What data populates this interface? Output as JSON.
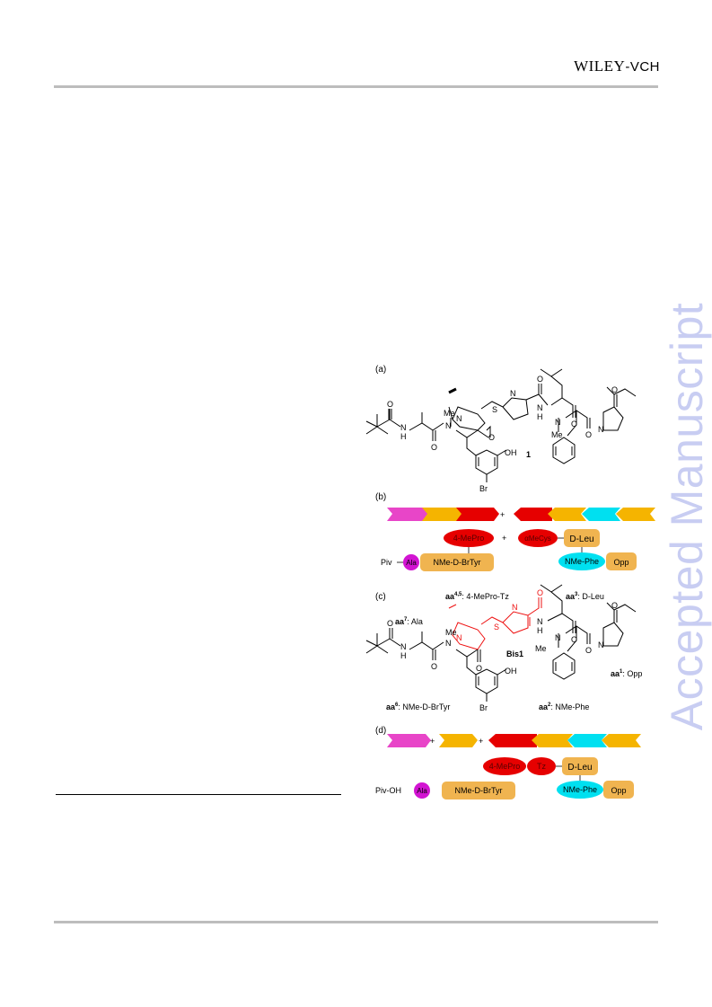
{
  "header": {
    "publisher_main": "WILEY",
    "publisher_sub": "-VCH"
  },
  "watermark": "Accepted Manuscript",
  "figure": {
    "panels": {
      "a": "(a)",
      "b": "(b)",
      "c": "(c)",
      "d": "(d)"
    },
    "panel_a": {
      "compound_number": "1",
      "atoms": {
        "n": "N",
        "s": "S",
        "o": "O",
        "h": "H",
        "me": "Me",
        "br": "Br",
        "oh": "OH"
      }
    },
    "panel_b": {
      "plus": "+",
      "domain_4mepro": "4-MePro",
      "domain_amecys": "αMeCys",
      "domain_dleu": "D-Leu",
      "domain_nmephe": "NMe-Phe",
      "domain_opp": "Opp",
      "domain_piv": "Piv",
      "domain_ala": "Ala",
      "domain_nmedbrtyr": "NMe-D-BrTyr"
    },
    "panel_c": {
      "compound_name": "Bis1",
      "aa45_label": "aa",
      "aa45_sup": "4,5",
      "aa45_text": ": 4-MePro-Tz",
      "aa3_label": "aa",
      "aa3_sup": "3",
      "aa3_text": ": D-Leu",
      "aa7_label": "aa",
      "aa7_sup": "7",
      "aa7_text": ": Ala",
      "aa1_label": "aa",
      "aa1_sup": "1",
      "aa1_text": ": Opp",
      "aa6_label": "aa",
      "aa6_sup": "6",
      "aa6_text": ": NMe-D-BrTyr",
      "aa2_label": "aa",
      "aa2_sup": "2",
      "aa2_text": ": NMe-Phe"
    },
    "panel_d": {
      "plus": "+",
      "domain_4mepro": "4-MePro",
      "domain_tz": "Tz",
      "domain_dleu": "D-Leu",
      "domain_nmephe": "NMe-Phe",
      "domain_opp": "Opp",
      "domain_pivoh": "Piv-OH",
      "domain_ala": "Ala",
      "domain_nmedbrtyr": "NMe-D-BrTyr"
    },
    "colors": {
      "magenta": "#e845c8",
      "orange": "#f5b400",
      "red": "#e60000",
      "cyan": "#00e0f0",
      "tan": "#f0b450",
      "purple": "#d214d2",
      "heterocycle_red": "#ee1111"
    }
  }
}
